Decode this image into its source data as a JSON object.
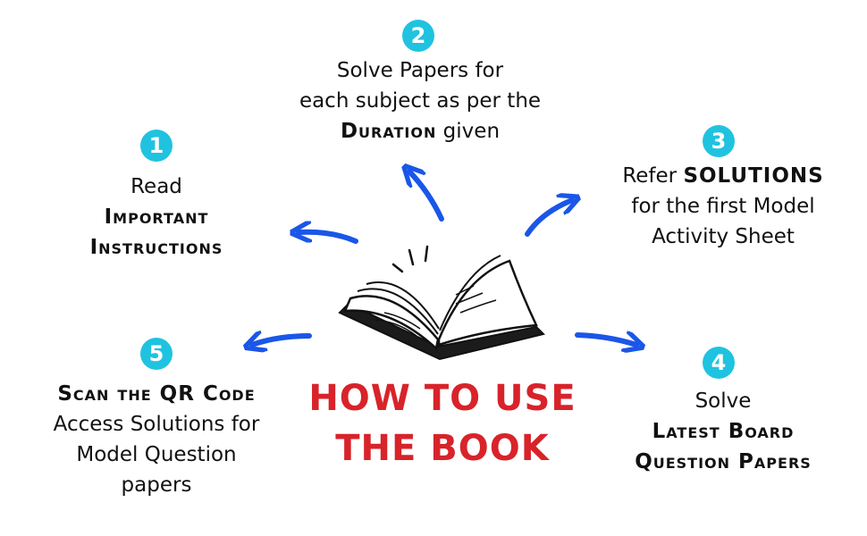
{
  "colors": {
    "badge": "#1fc3e0",
    "arrow": "#1a56e8",
    "title": "#d8232a"
  },
  "steps": [
    {
      "num": "1",
      "line1": "Read",
      "line2": "Important",
      "line3": "Instructions"
    },
    {
      "num": "2",
      "line1": "Solve Papers for",
      "line2": "each subject as per the",
      "bold": "Duration",
      "rest": " given"
    },
    {
      "num": "3",
      "pre": "Refer ",
      "bold": "SOLUTIONS",
      "line2": "for the first Model",
      "line3": "Activity Sheet"
    },
    {
      "num": "4",
      "line1": "Solve",
      "line2": "Latest Board",
      "line3": "Question Papers"
    },
    {
      "num": "5",
      "line1": "Scan the QR Code",
      "line2": "Access Solutions for",
      "line3": "Model Question",
      "line4": "papers"
    }
  ],
  "title": {
    "line1": "HOW TO USE",
    "line2": "THE BOOK"
  },
  "icons": {
    "center": "open-book-icon"
  }
}
